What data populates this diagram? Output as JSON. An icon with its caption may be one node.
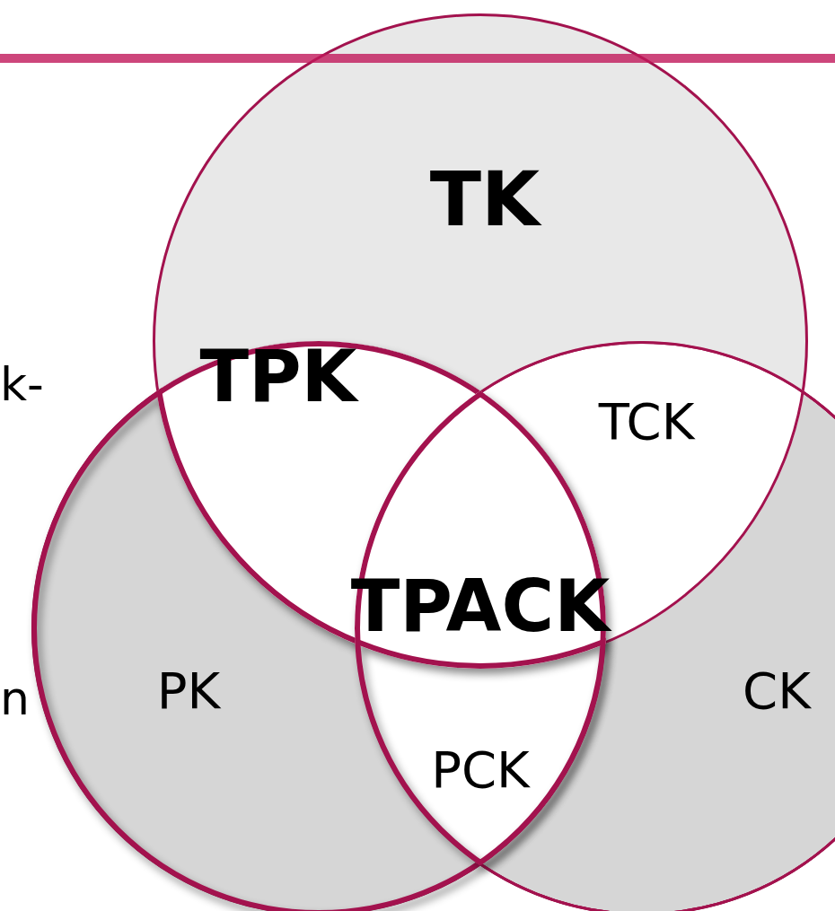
{
  "diagram": {
    "nodes": [
      {
        "text": [
          "TK"
        ]
      },
      {
        "text": [
          "TPK"
        ]
      },
      {
        "text": [
          "TCK"
        ]
      },
      {
        "text": [
          "TPACK"
        ]
      },
      {
        "text": [
          "PK"
        ]
      },
      {
        "text": [
          "PCK"
        ]
      },
      {
        "text": [
          "CK"
        ]
      }
    ],
    "labels": [
      "k-",
      "n"
    ]
  }
}
